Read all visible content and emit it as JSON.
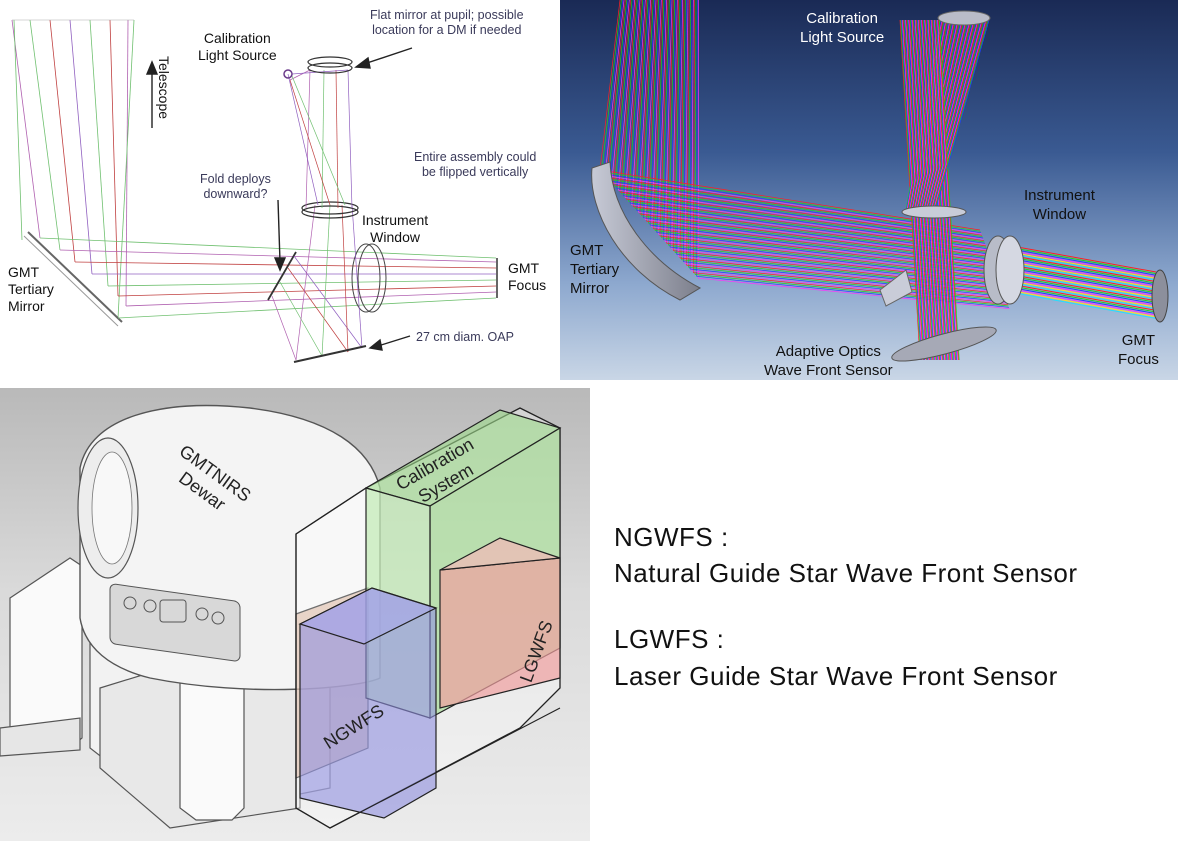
{
  "panel1": {
    "labels": {
      "calibration_light_source": [
        "Calibration",
        "Light Source"
      ],
      "flat_mirror": [
        "Flat mirror at pupil; possible",
        "location for a DM if needed"
      ],
      "telescope": "Telescope",
      "entire_assembly": [
        "Entire assembly could",
        "be flipped vertically"
      ],
      "fold_deploys": [
        "Fold deploys",
        "downward?"
      ],
      "instrument_window": [
        "Instrument",
        "Window"
      ],
      "gmt_tertiary_mirror": [
        "GMT",
        "Tertiary",
        "Mirror"
      ],
      "gmt_focus": [
        "GMT",
        "Focus"
      ],
      "oap": "27 cm diam. OAP"
    }
  },
  "panel2": {
    "labels": {
      "calibration_light_source": [
        "Calibration",
        "Light Source"
      ],
      "instrument_window": [
        "Instrument",
        "Window"
      ],
      "gmt_tertiary_mirror": [
        "GMT",
        "Tertiary",
        "Mirror"
      ],
      "adaptive_optics": [
        "Adaptive Optics",
        "Wave Front Sensor"
      ],
      "gmt_focus": [
        "GMT",
        "Focus"
      ]
    },
    "ray_colors": [
      "#ff2020",
      "#20d020",
      "#2040ff",
      "#ff30ff",
      "#ffe020",
      "#20e0ff"
    ]
  },
  "panel3": {
    "labels": {
      "dewar": [
        "GMTNIRS",
        "Dewar"
      ],
      "calibration": [
        "Calibration",
        "System"
      ],
      "ngwfs": "NGWFS",
      "lgwfs": "LGWFS"
    },
    "box_colors": {
      "calibration": "#9fdc8c",
      "ngwfs": "#8f8fe0",
      "lgwfs": "#f0a0a0",
      "frame": "#c89070"
    }
  },
  "legend": {
    "ngwfs_abbr": "NGWFS :",
    "ngwfs_full": "Natural Guide Star Wave Front Sensor",
    "lgwfs_abbr": "LGWFS :",
    "lgwfs_full": "Laser Guide Star Wave Front Sensor"
  }
}
